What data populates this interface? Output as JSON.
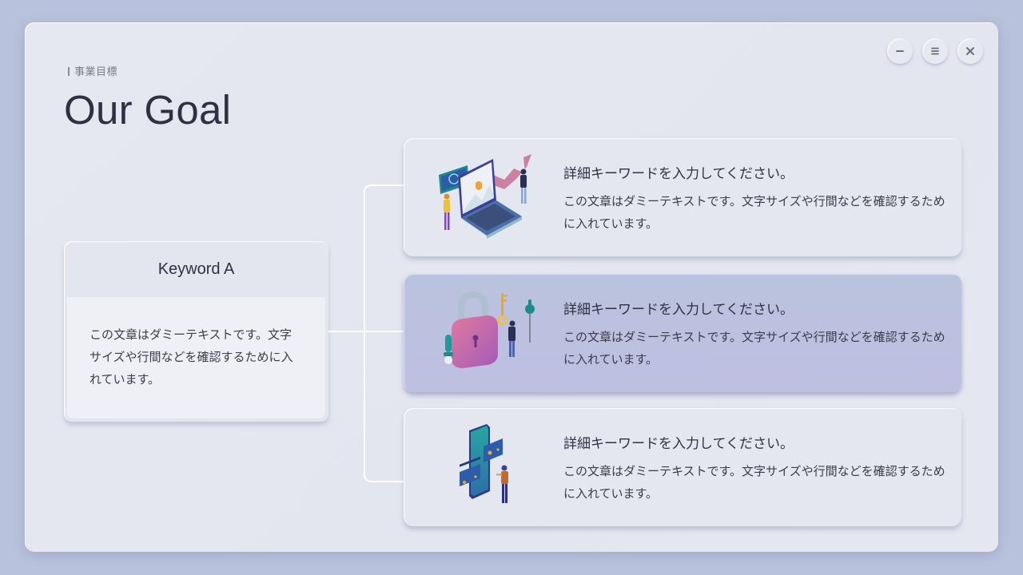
{
  "window": {
    "controls": [
      {
        "name": "minimize-button",
        "icon": "minus-icon"
      },
      {
        "name": "menu-button",
        "icon": "hamburger-icon"
      },
      {
        "name": "close-button",
        "icon": "close-icon"
      }
    ]
  },
  "header": {
    "subtitle": "事業目標",
    "title": "Our Goal"
  },
  "keyword": {
    "title": "Keyword A",
    "body": "この文章はダミーテキストです。文字サイズや行間などを確認するために入れています。"
  },
  "goals": [
    {
      "heading": "詳細キーワードを入力してください。",
      "description": "この文章はダミーテキストです。文字サイズや行間などを確認するために入れています。",
      "illustration": "laptop-growth-illustration",
      "active": false
    },
    {
      "heading": "詳細キーワードを入力してください。",
      "description": "この文章はダミーテキストです。文字サイズや行間などを確認するために入れています。",
      "illustration": "padlock-key-illustration",
      "active": true
    },
    {
      "heading": "詳細キーワードを入力してください。",
      "description": "この文章はダミーテキストです。文字サイズや行間などを確認するために入れています。",
      "illustration": "mobile-payment-illustration",
      "active": false
    }
  ],
  "colors": {
    "background": "#b8c2dc",
    "window": "#e4e6f0",
    "active_card": "#bcc1df",
    "text_dark": "#2f3142",
    "text_body": "#3a3c4a"
  }
}
